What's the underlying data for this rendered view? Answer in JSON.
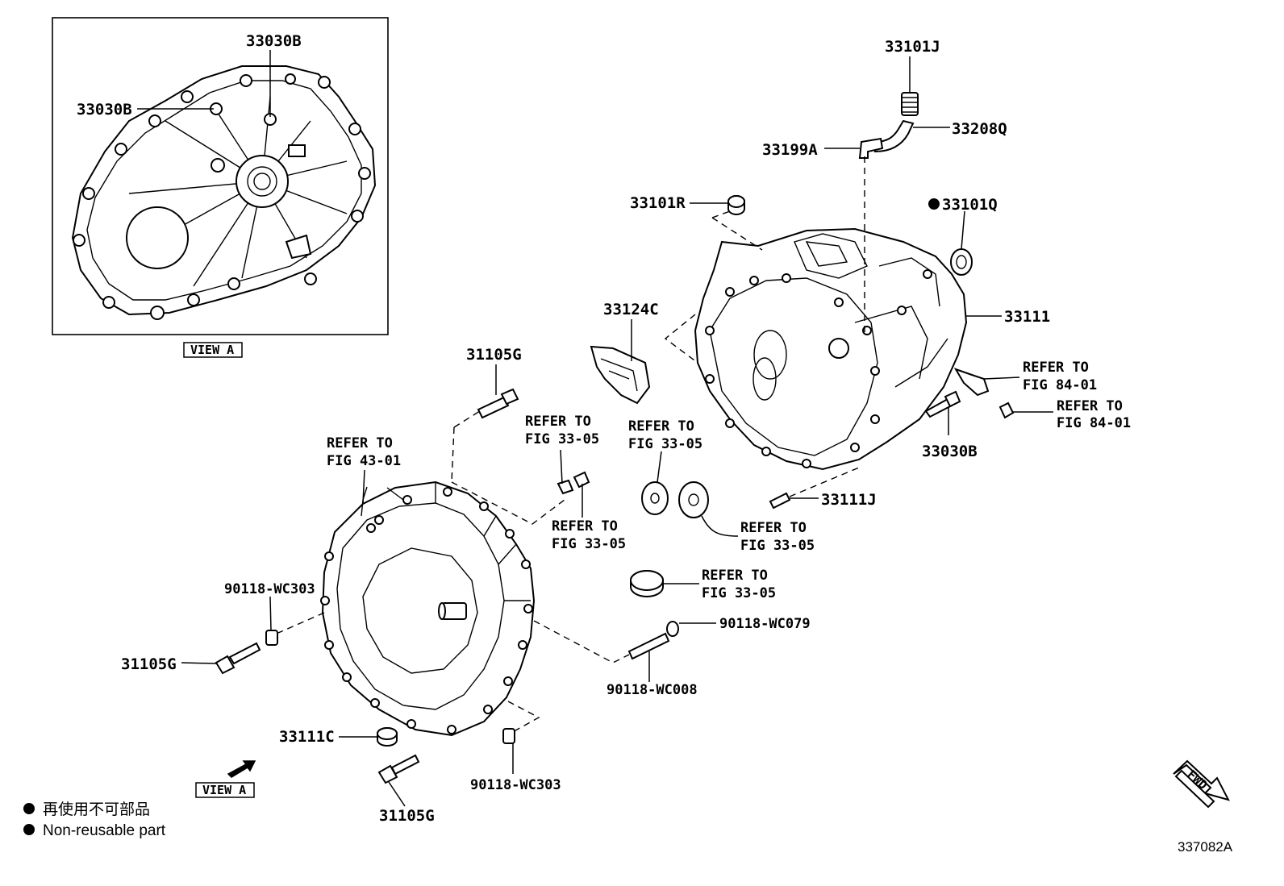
{
  "view_a": {
    "caption": "VIEW A",
    "labels": [
      "33030B",
      "33030B"
    ]
  },
  "parts": {
    "p33101J": "33101J",
    "p33208Q": "33208Q",
    "p33199A": "33199A",
    "p33101R": "33101R",
    "p33101Q": "33101Q",
    "p33111": "33111",
    "p33124C": "33124C",
    "p31105G_top": "31105G",
    "p33030B_right": "33030B",
    "p33111J": "33111J",
    "p90118_WC303_left": "90118-WC303",
    "p31105G_left": "31105G",
    "p90118_WC079": "90118-WC079",
    "p90118_WC008": "90118-WC008",
    "p33111C": "33111C",
    "p90118_WC303_bottom": "90118-WC303",
    "p31105G_bottom": "31105G"
  },
  "refers": {
    "refer_word": "REFER TO",
    "fig_43_01": "FIG 43-01",
    "fig_33_05": "FIG 33-05",
    "fig_84_01": "FIG 84-01"
  },
  "view_a_arrow_label": "VIEW A",
  "fwd_label": "FWD",
  "legend": {
    "line_jp": "再使用不可部品",
    "line_en": "Non-reusable part"
  },
  "diagram_code": "337082A"
}
